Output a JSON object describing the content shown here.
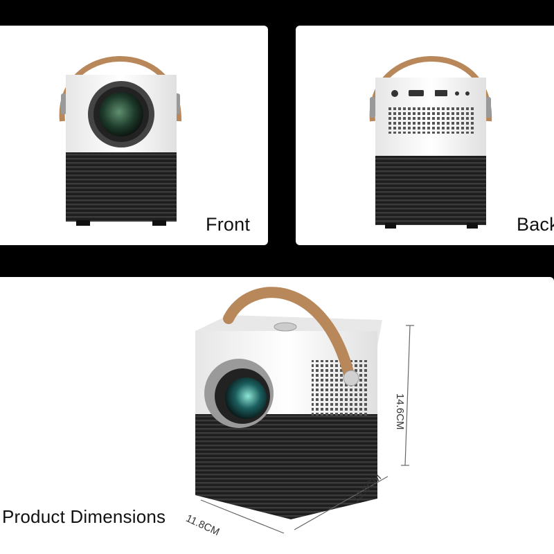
{
  "panels": {
    "front": {
      "label": "Front"
    },
    "back": {
      "label": "Back"
    },
    "dimensions": {
      "label": "Product Dimensions",
      "height": "14.6CM",
      "depth": "13.5CM",
      "width": "11.8CM"
    }
  },
  "colors": {
    "background": "#000000",
    "panel": "#ffffff",
    "strap": "#b8875a",
    "body_white": "#f2f2f2",
    "body_black": "#1c1c1c"
  }
}
